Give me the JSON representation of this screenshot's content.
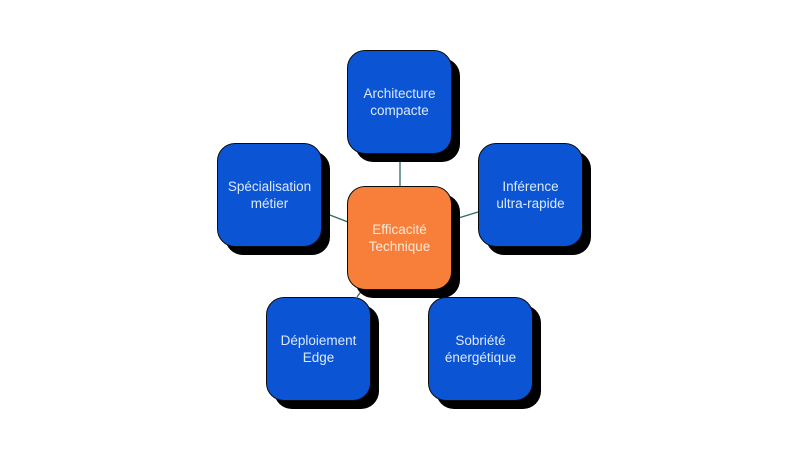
{
  "diagram": {
    "type": "radial-hub",
    "colors": {
      "satellite_fill": "#0b55d4",
      "center_fill": "#f77f3a",
      "shadow": "#000000",
      "connector": "#2f6b63",
      "background": "#ffffff"
    },
    "center": {
      "id": "efficacite",
      "line1": "Efficacité",
      "line2": "Technique"
    },
    "nodes": [
      {
        "id": "architecture",
        "line1": "Architecture",
        "line2": "compacte"
      },
      {
        "id": "inference",
        "line1": "Inférence",
        "line2": "ultra-rapide"
      },
      {
        "id": "sobriete",
        "line1": "Sobriété",
        "line2": "énergétique"
      },
      {
        "id": "deploiement",
        "line1": "Déploiement",
        "line2": "Edge"
      },
      {
        "id": "specialisation",
        "line1": "Spécialisation",
        "line2": "métier"
      }
    ],
    "edges": [
      {
        "from": "efficacite",
        "to": "architecture"
      },
      {
        "from": "efficacite",
        "to": "inference"
      },
      {
        "from": "efficacite",
        "to": "sobriete"
      },
      {
        "from": "efficacite",
        "to": "deploiement"
      },
      {
        "from": "efficacite",
        "to": "specialisation"
      }
    ]
  }
}
